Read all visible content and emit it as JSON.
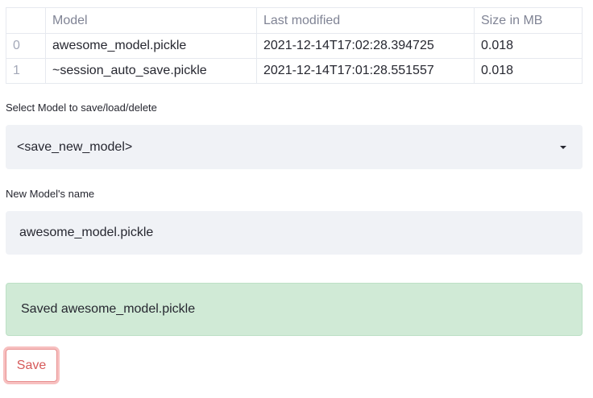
{
  "table": {
    "headers": [
      "",
      "Model",
      "Last modified",
      "Size in MB"
    ],
    "rows": [
      {
        "index": "0",
        "model": "awesome_model.pickle",
        "last_modified": "2021-12-14T17:02:28.394725",
        "size": "0.018"
      },
      {
        "index": "1",
        "model": "~session_auto_save.pickle",
        "last_modified": "2021-12-14T17:01:28.551557",
        "size": "0.018"
      }
    ]
  },
  "select": {
    "label": "Select Model to save/load/delete",
    "value": "<save_new_model>",
    "icon": "chevron-down-icon"
  },
  "name_input": {
    "label": "New Model's name",
    "value": "awesome_model.pickle"
  },
  "alert": {
    "message": "Saved awesome_model.pickle",
    "color": "#d0ead6"
  },
  "save_button": {
    "label": "Save",
    "accent": "#d65a5a"
  }
}
